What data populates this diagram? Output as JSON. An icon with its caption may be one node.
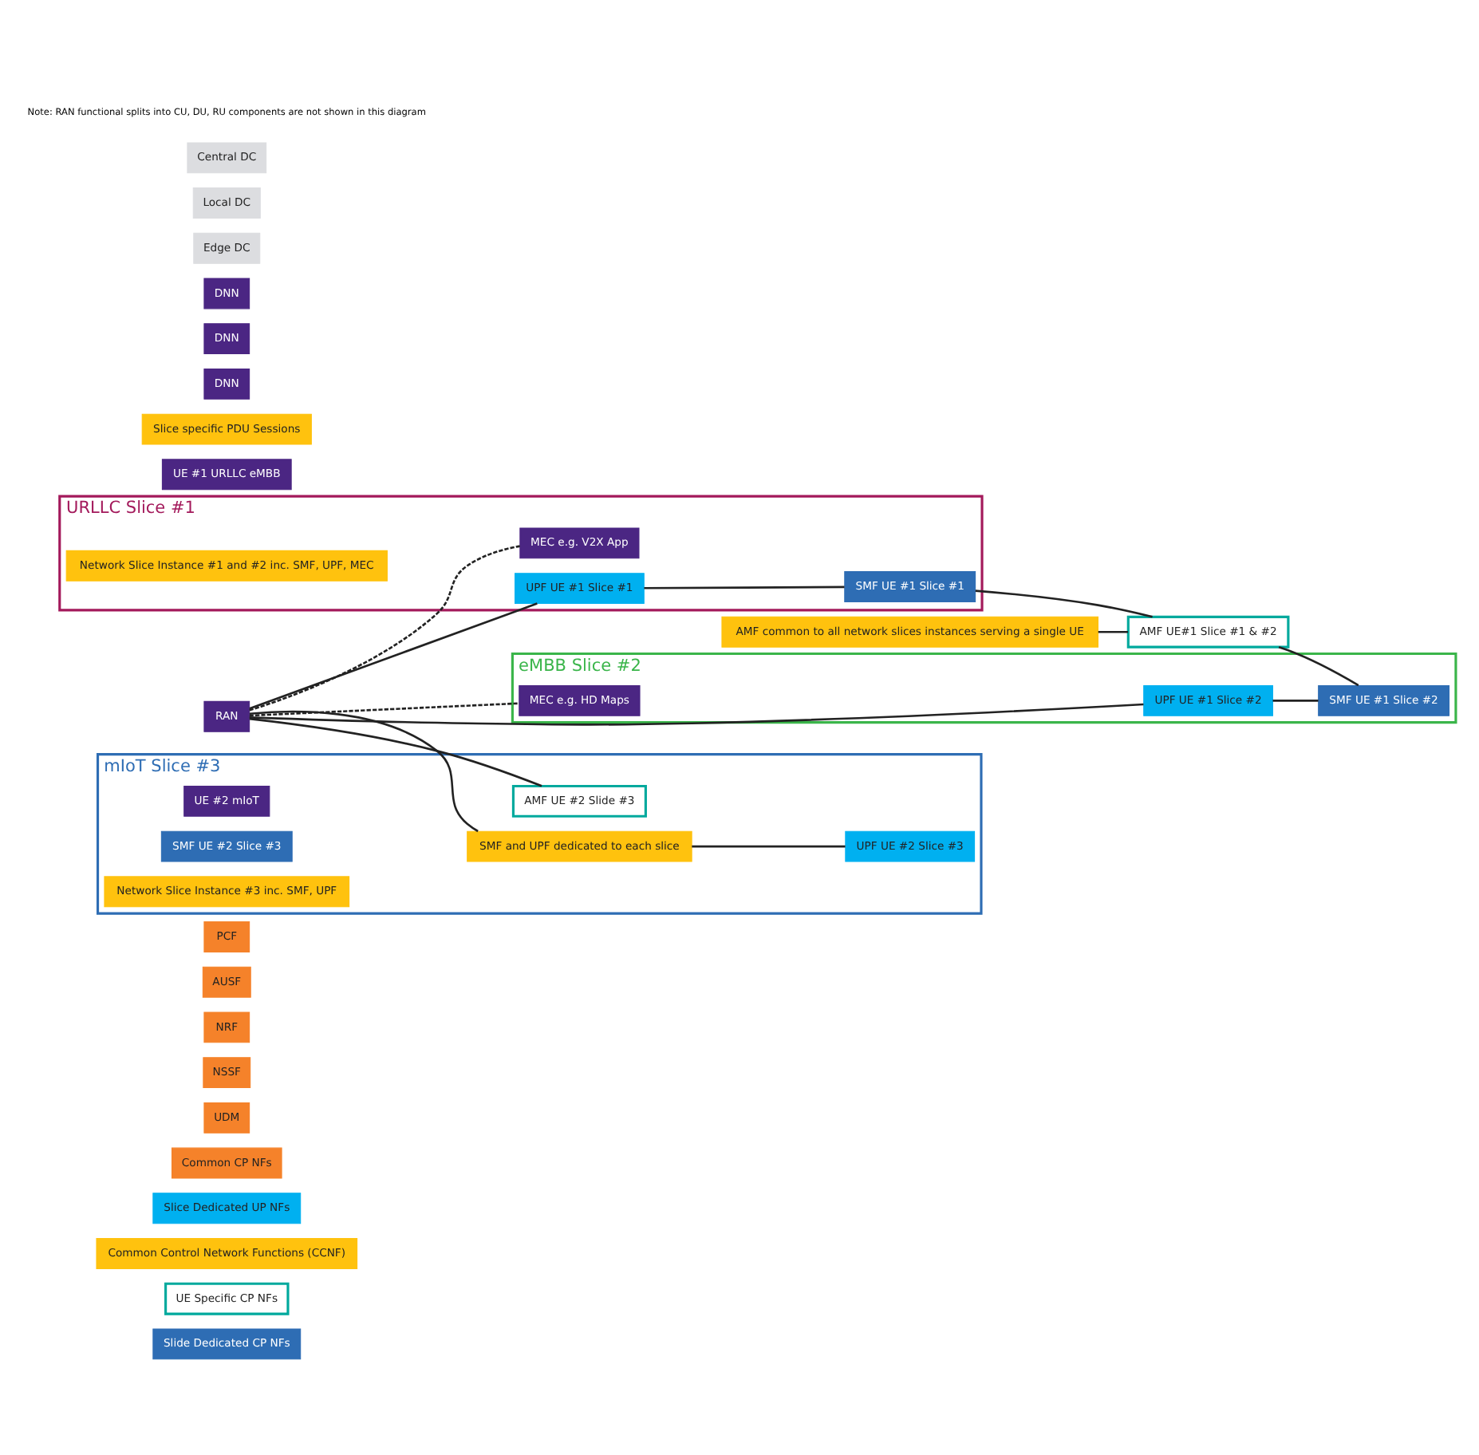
{
  "diagram": {
    "nodes": [
      {
        "text": [
          "Slide Dedicated CP NFs"
        ]
      },
      {
        "text": [
          "UE Specific CP NFs"
        ]
      },
      {
        "text": [
          "Common Control Network Functions (CCNF)"
        ]
      },
      {
        "text": [
          "Slice Dedicated UP NFs"
        ]
      },
      {
        "text": [
          "Common CP NFs"
        ]
      },
      {
        "text": [
          "UDM"
        ]
      },
      {
        "text": [
          "NSSF"
        ]
      },
      {
        "text": [
          "NRF"
        ]
      },
      {
        "text": [
          "AUSF"
        ]
      },
      {
        "text": [
          "PCF"
        ]
      },
      {
        "text": [
          "URLLC Slice #1"
        ]
      },
      {
        "text": [
          "UE #1 URLLC eMBB"
        ]
      },
      {
        "text": [
          "RAN"
        ]
      },
      {
        "text": [
          "MEC e.g. V2X App"
        ],
        "in": 10
      },
      {
        "text": [
          "Network Slice Instance #1 and #2 inc. SMF, UPF, MEC"
        ],
        "in": 10
      },
      {
        "text": [
          "Slice specific PDU Sessions"
        ]
      },
      {
        "text": [
          "UPF UE #1 Slice #1"
        ],
        "in": 10
      },
      {
        "text": [
          "SMF UE #1 Slice #1"
        ],
        "in": 10
      },
      {
        "text": [
          "DNN"
        ]
      },
      {
        "text": [
          "AMF common to all network slices instances serving a single UE"
        ]
      },
      {
        "text": [
          "AMF UE#1 Slice #1 & #2"
        ]
      },
      {
        "text": [
          "eMBB Slice #2"
        ]
      },
      {
        "text": [
          "MEC e.g. HD Maps"
        ],
        "in": 21
      },
      {
        "text": [
          "SMF UE #1 Slice #2"
        ],
        "in": 21
      },
      {
        "text": [
          "DNN"
        ]
      },
      {
        "text": [
          "UPF UE #1 Slice #2"
        ],
        "in": 21
      },
      {
        "text": [
          "mIoT Slice #3"
        ]
      },
      {
        "text": [
          "UE #2 mIoT"
        ],
        "in": 26
      },
      {
        "text": [
          "AMF UE #2 Slide #3"
        ],
        "in": 26
      },
      {
        "text": [
          "SMF UE #2 Slice #3"
        ],
        "in": 26
      },
      {
        "text": [
          "SMF and UPF dedicated to each slice"
        ],
        "in": 26
      },
      {
        "text": [
          "UPF UE #2 Slice #3"
        ],
        "in": 26
      },
      {
        "text": [
          "DNN"
        ]
      },
      {
        "text": [
          "Network Slice Instance #3 inc. SMF, UPF"
        ],
        "in": 26
      },
      {
        "text": [
          "Edge DC"
        ]
      },
      {
        "text": [
          "Local DC"
        ]
      },
      {
        "text": [
          "Central DC"
        ]
      }
    ],
    "edges": [
      {
        "from": 12,
        "to": 13,
        "arrow": "none",
        "style": "dashed"
      },
      {
        "from": 12,
        "to": 16,
        "arrow": "none"
      },
      {
        "from": 16,
        "to": 17,
        "arrow": "none"
      },
      {
        "from": 17,
        "to": 20,
        "arrow": "none"
      },
      {
        "from": 19,
        "to": 20,
        "arrow": "none"
      },
      {
        "from": 20,
        "to": 23,
        "arrow": "none"
      },
      {
        "from": 12,
        "to": 22,
        "arrow": "none",
        "style": "dashed"
      },
      {
        "from": 12,
        "to": 25,
        "arrow": "none"
      },
      {
        "from": 25,
        "to": 23,
        "arrow": "none"
      },
      {
        "from": 12,
        "to": 28,
        "arrow": "none"
      },
      {
        "from": 12,
        "to": 30,
        "arrow": "none"
      },
      {
        "from": 30,
        "to": 31,
        "arrow": "none"
      }
    ],
    "labels": [
      "Note: RAN functional splits into CU, DU, RU components are not shown in this diagram"
    ]
  }
}
